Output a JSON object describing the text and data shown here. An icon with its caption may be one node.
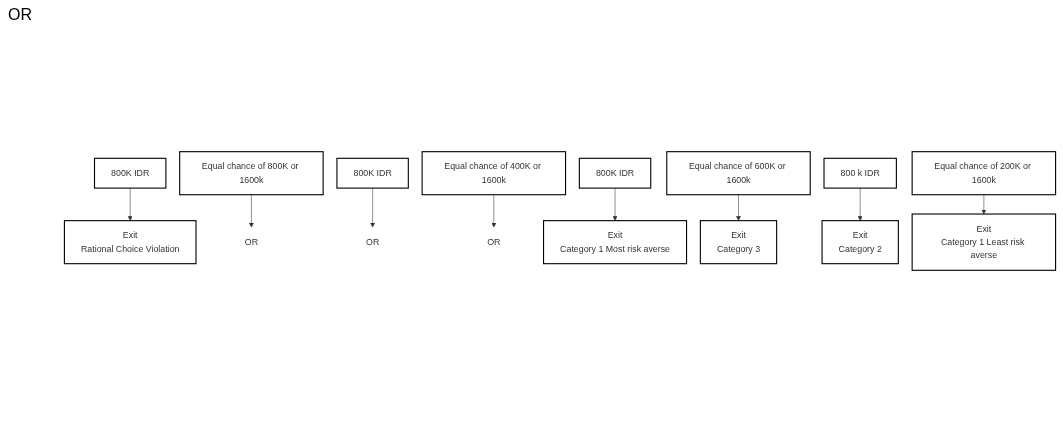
{
  "diagram": {
    "nodes": [
      {
        "text": [
          "Exit",
          "Rational Choice Violation"
        ]
      },
      {
        "text": [
          "800K IDR"
        ]
      },
      {
        "text": [
          "Equal chance of 800K or 1600k"
        ]
      },
      {
        "text": [
          "OR"
        ]
      },
      {
        "text": [
          "800K IDR"
        ]
      },
      {
        "text": [
          "Equal chance of 400K or 1600k"
        ]
      },
      {
        "text": [
          "OR"
        ]
      },
      {
        "text": [
          "800K IDR"
        ]
      },
      {
        "text": [
          "Equal chance of 600K or 1600k"
        ]
      },
      {
        "text": [
          "OR"
        ]
      },
      {
        "text": [
          "800 k IDR"
        ]
      },
      {
        "text": [
          "Equal chance of 200K or 1600k"
        ]
      },
      {
        "text": [
          "Exit",
          "Category 1 Most risk averse"
        ]
      },
      {
        "text": [
          "Exit",
          "Category 3"
        ]
      },
      {
        "text": [
          "Exit",
          "Category 2"
        ]
      },
      {
        "text": [
          "Exit",
          "Category 1 Least risk averse"
        ]
      }
    ],
    "edges": [
      {
        "from": 1,
        "to": 0,
        "arrow": "to"
      },
      {
        "from": 2,
        "to": 3,
        "arrow": "to"
      },
      {
        "from": 4,
        "to": 6,
        "arrow": "to"
      },
      {
        "from": 5,
        "to": 9,
        "arrow": "to"
      },
      {
        "from": 7,
        "to": 12,
        "arrow": "to"
      },
      {
        "from": 8,
        "to": 13,
        "arrow": "to"
      },
      {
        "from": 10,
        "to": 14,
        "arrow": "to"
      },
      {
        "from": 11,
        "to": 15,
        "arrow": "to"
      }
    ],
    "labels": [
      "OR"
    ]
  }
}
